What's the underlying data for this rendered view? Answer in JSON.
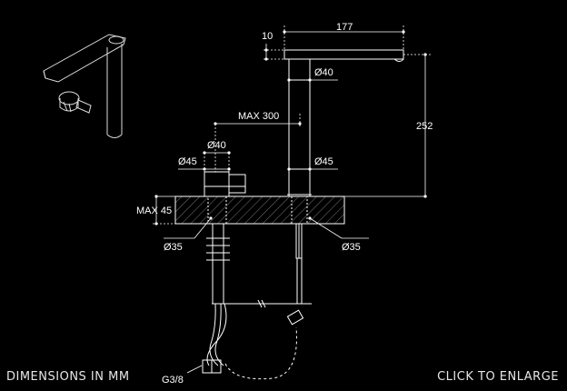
{
  "dimensions": {
    "spout_length": "177",
    "spout_thickness": "10",
    "spout_diameter": "Ø40",
    "outlet_height": "252",
    "body_diameter_upper": "Ø45",
    "max_reach": "MAX 300",
    "lever_diameter": "Ø40",
    "lever_base_diameter": "Ø45",
    "max_deck_thickness": "MAX 45",
    "left_hole_diameter": "Ø35",
    "right_hole_diameter": "Ø35",
    "hose_thread": "G3/8"
  },
  "footer": {
    "units_note": "DIMENSIONS IN MM",
    "enlarge_label": "CLICK TO ENLARGE"
  },
  "colors": {
    "background": "#000000",
    "line": "#ffffff"
  }
}
